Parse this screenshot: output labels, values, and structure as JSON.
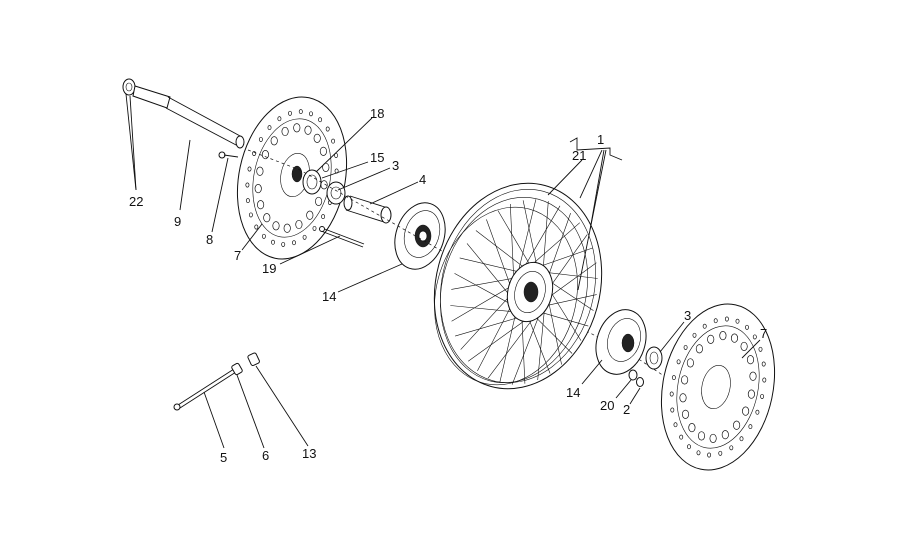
{
  "diagram": {
    "callouts": {
      "c1": "1",
      "c21": "21",
      "c18": "18",
      "c15": "15",
      "c3a": "3",
      "c4": "4",
      "c22": "22",
      "c9": "9",
      "c8": "8",
      "c7a": "7",
      "c19": "19",
      "c14a": "14",
      "c3b": "3",
      "c7b": "7",
      "c14b": "14",
      "c20": "20",
      "c2": "2",
      "c5": "5",
      "c6": "6",
      "c13": "13"
    }
  }
}
